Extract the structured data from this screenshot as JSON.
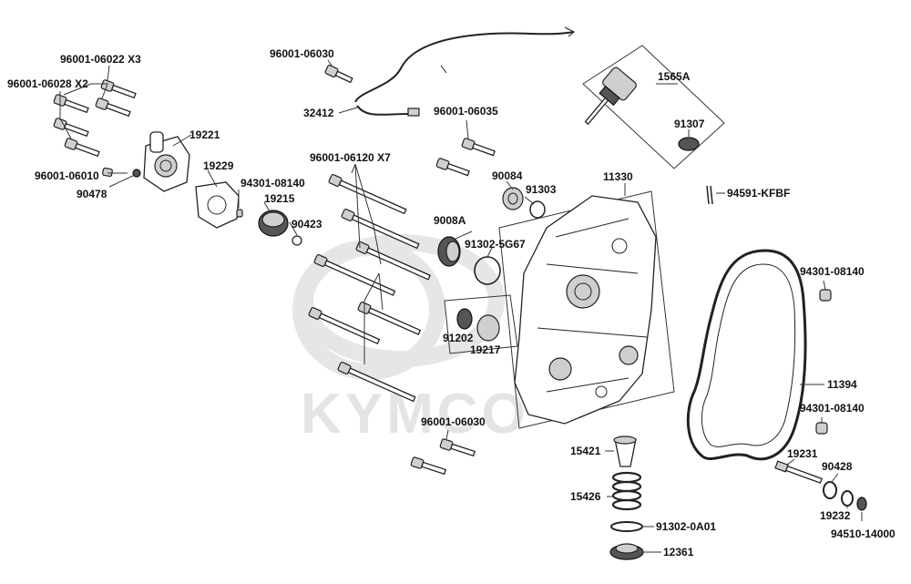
{
  "diagram": {
    "watermark": "KYMCO",
    "parts": [
      {
        "id": "p1",
        "number": "96001-06022 X3"
      },
      {
        "id": "p2",
        "number": "96001-06028 X2"
      },
      {
        "id": "p3",
        "number": "96001-06010"
      },
      {
        "id": "p4",
        "number": "19221"
      },
      {
        "id": "p5",
        "number": "90478"
      },
      {
        "id": "p6",
        "number": "19229"
      },
      {
        "id": "p7",
        "number": "94301-08140"
      },
      {
        "id": "p8",
        "number": "19215"
      },
      {
        "id": "p9",
        "number": "90423"
      },
      {
        "id": "p10",
        "number": "96001-06030"
      },
      {
        "id": "p11",
        "number": "32412"
      },
      {
        "id": "p12",
        "number": "96001-06035"
      },
      {
        "id": "p13",
        "number": "96001-06120 X7"
      },
      {
        "id": "p14",
        "number": "90084"
      },
      {
        "id": "p15",
        "number": "91303"
      },
      {
        "id": "p16",
        "number": "9008A"
      },
      {
        "id": "p17",
        "number": "91302-5G67"
      },
      {
        "id": "p18",
        "number": "91202"
      },
      {
        "id": "p19",
        "number": "19217"
      },
      {
        "id": "p20",
        "number": "11330"
      },
      {
        "id": "p21",
        "number": "1565A"
      },
      {
        "id": "p22",
        "number": "91307"
      },
      {
        "id": "p23",
        "number": "94591-KFBF"
      },
      {
        "id": "p24",
        "number": "94301-08140"
      },
      {
        "id": "p25",
        "number": "11394"
      },
      {
        "id": "p26",
        "number": "94301-08140"
      },
      {
        "id": "p27",
        "number": "96001-06030"
      },
      {
        "id": "p28",
        "number": "15421"
      },
      {
        "id": "p29",
        "number": "15426"
      },
      {
        "id": "p30",
        "number": "91302-0A01"
      },
      {
        "id": "p31",
        "number": "12361"
      },
      {
        "id": "p32",
        "number": "19231"
      },
      {
        "id": "p33",
        "number": "90428"
      },
      {
        "id": "p34",
        "number": "19232"
      },
      {
        "id": "p35",
        "number": "94510-14000"
      }
    ]
  }
}
